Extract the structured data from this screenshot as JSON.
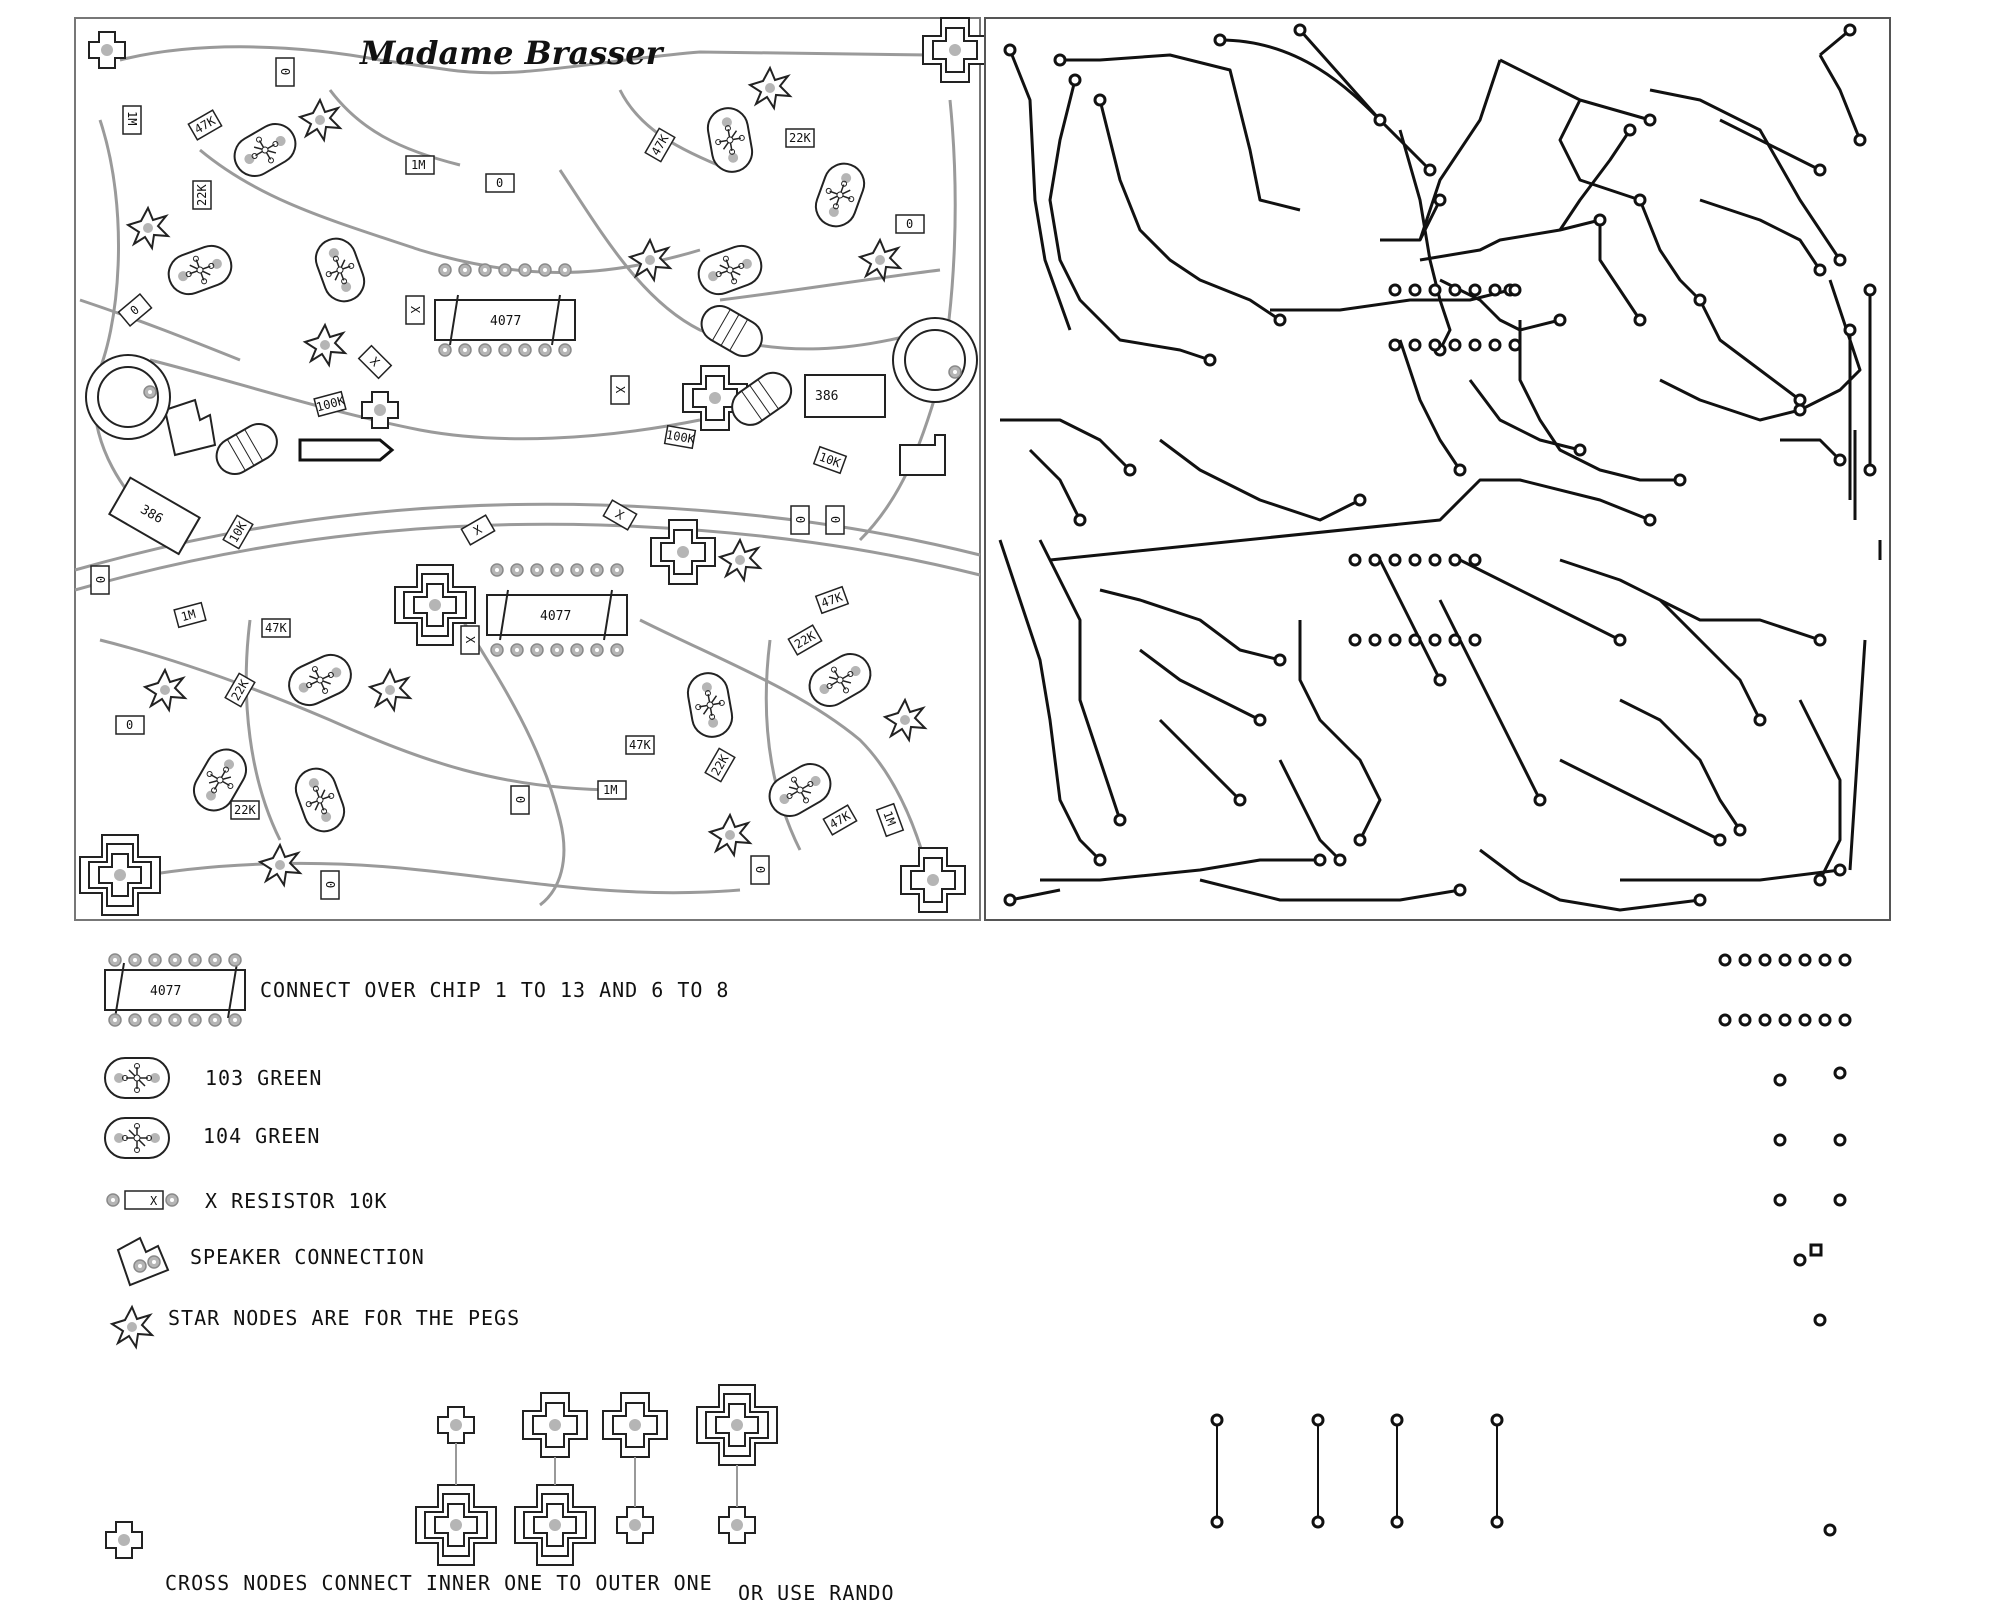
{
  "board": {
    "title": "Madame Brasser",
    "chips": [
      "4077",
      "4077",
      "386",
      "386"
    ],
    "resistor_values": [
      "1M",
      "47K",
      "22K",
      "10K",
      "100K",
      "1M",
      "47K",
      "22K",
      "10K",
      "100K",
      "47K",
      "22K",
      "1M",
      "47K",
      "22K",
      "1M",
      "47K",
      "22K",
      "1M",
      "47K",
      "22K"
    ],
    "pad_label": "0",
    "x_label": "X"
  },
  "legend": {
    "chip_example": "4077",
    "chip_note": "CONNECT OVER CHIP 1 TO 13 AND 6 TO 8",
    "photocell_103": "103 GREEN",
    "photocell_104": "104 GREEN",
    "x_resistor_mark": "X",
    "x_resistor": "X RESISTOR 10K",
    "speaker": "SPEAKER CONNECTION",
    "star": "STAR NODES ARE FOR THE PEGS",
    "cross_nodes": "CROSS NODES CONNECT INNER ONE TO OUTER ONE",
    "rando": "OR USE RANDO"
  },
  "colors": {
    "silk": "#9a9a9a",
    "copper": "#111111",
    "outline": "#333333"
  }
}
